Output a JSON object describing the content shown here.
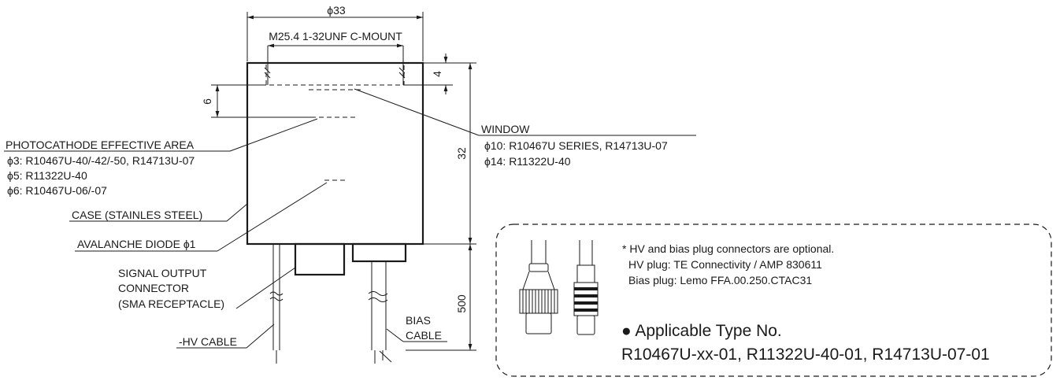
{
  "dimensions": {
    "top_width": "ϕ33",
    "mount": "M25.4  1-32UNF C-MOUNT",
    "depth_right": "4",
    "depth_left": "6",
    "height": "32",
    "cable_length": "500"
  },
  "labels": {
    "window_title": "WINDOW",
    "window_lines": [
      "ϕ10: R10467U SERIES, R14713U-07",
      "ϕ14: R11322U-40"
    ],
    "photocathode_title": "PHOTOCATHODE EFFECTIVE AREA",
    "photocathode_lines": [
      "ϕ3: R10467U-40/-42/-50, R14713U-07",
      "ϕ5: R11322U-40",
      "ϕ6: R10467U-06/-07"
    ],
    "case": "CASE (STAINLES STEEL)",
    "avalanche": "AVALANCHE DIODE ϕ1",
    "signal_lines": [
      "SIGNAL OUTPUT",
      "CONNECTOR",
      "(SMA RECEPTACLE)"
    ],
    "hv_cable": "-HV CABLE",
    "bias_lines": [
      "BIAS",
      "CABLE"
    ]
  },
  "notes": {
    "optional": "* HV and bias plug connectors are optional.",
    "hv_plug": "HV plug: TE Connectivity / AMP 830611",
    "bias_plug": "Bias plug: Lemo FFA.00.250.CTAC31",
    "applicable_title": "● Applicable Type No.",
    "applicable_types": "R10467U-xx-01, R11322U-40-01, R14713U-07-01"
  }
}
